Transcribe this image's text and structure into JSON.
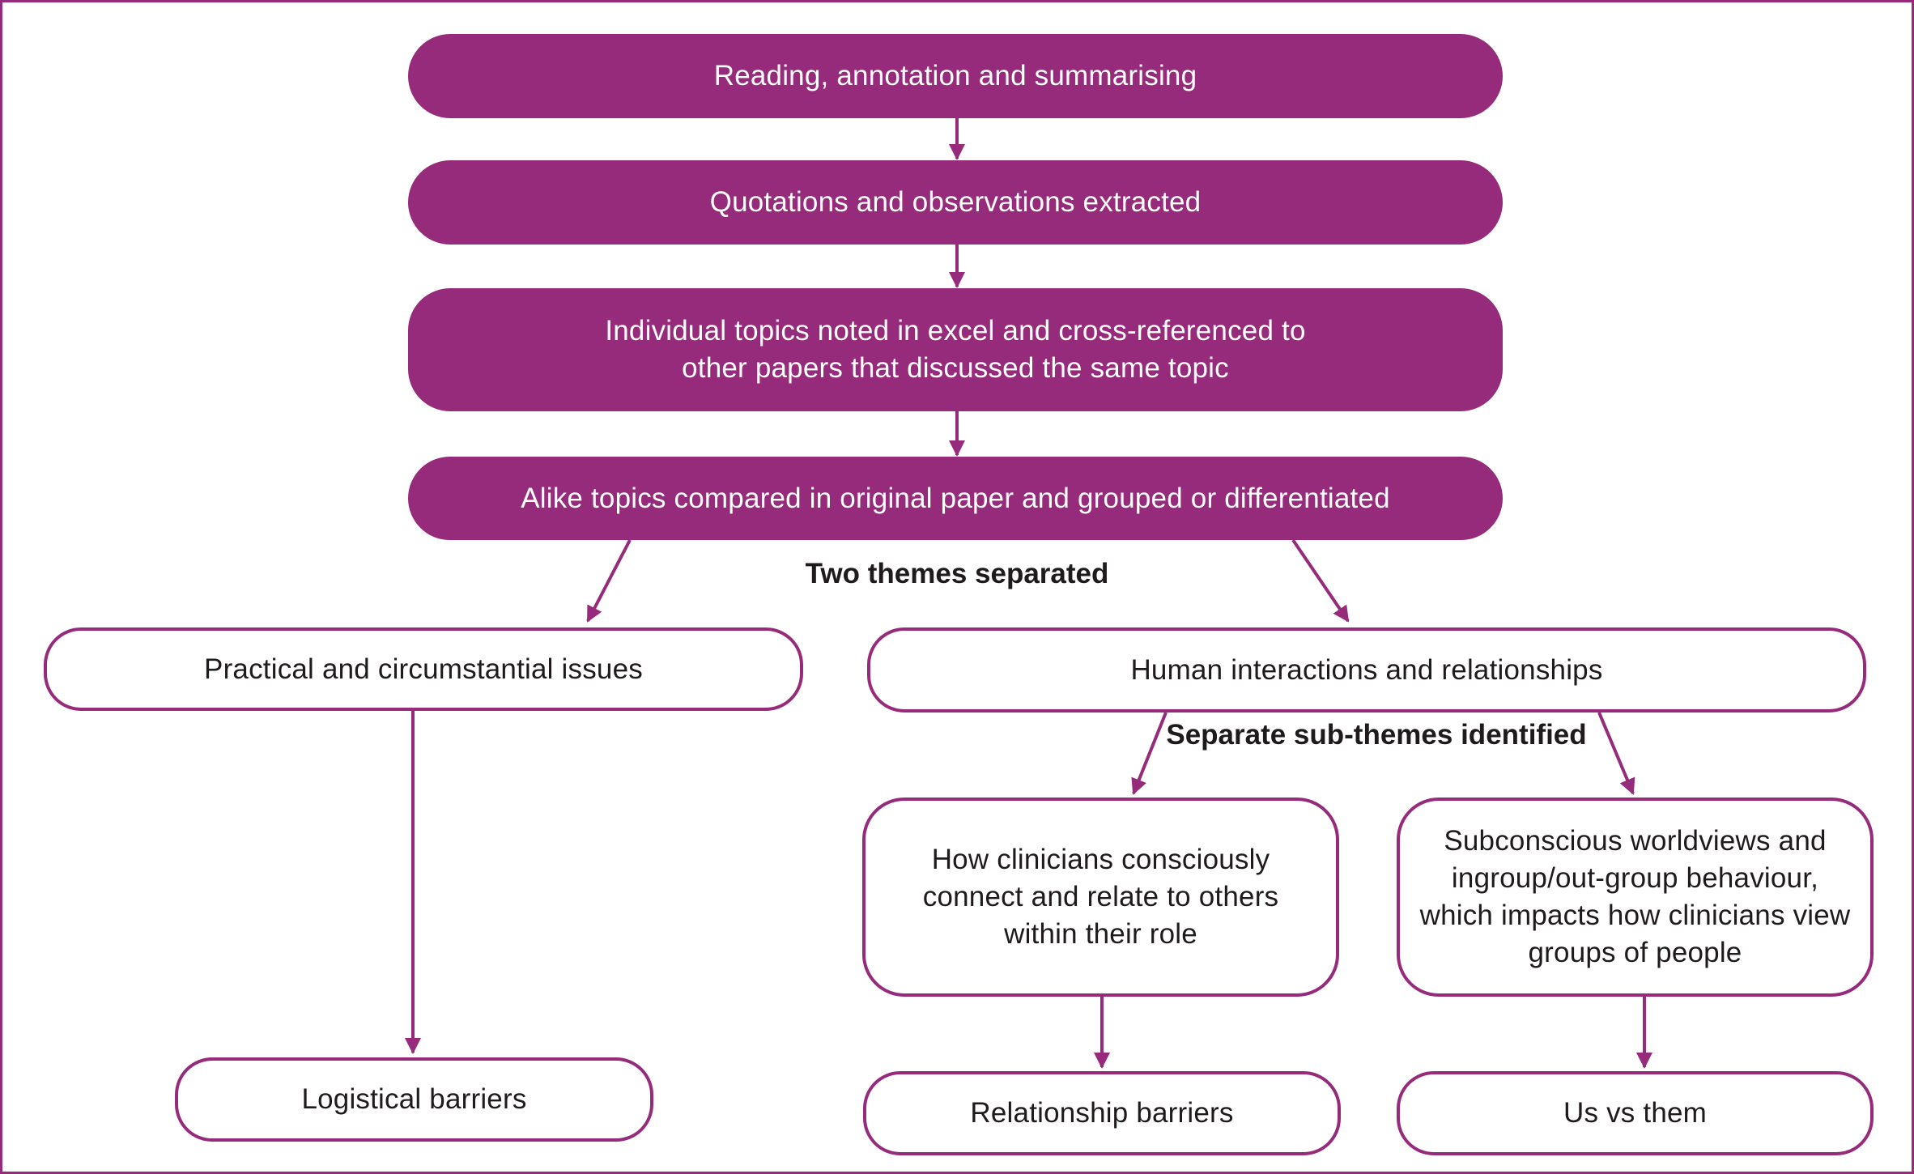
{
  "colors": {
    "accent": "#962a7b",
    "text_dark": "#1f1a1c",
    "background": "#ffffff"
  },
  "steps": {
    "step1": "Reading, annotation and summarising",
    "step2": "Quotations and observations extracted",
    "step3": "Individual topics noted in excel and cross-referenced to other papers that discussed the same topic",
    "step4": "Alike topics compared in original paper and grouped or differentiated"
  },
  "labels": {
    "two_themes": "Two themes separated",
    "sub_themes": "Separate sub-themes identified"
  },
  "themes": {
    "practical": "Practical and circumstantial issues",
    "human": "Human interactions and relationships"
  },
  "sub_themes": {
    "conscious": "How clinicians consciously connect and relate to others within their role",
    "subconscious": "Subconscious worldviews and ingroup/out-group behaviour, which impacts how clinicians view groups of people"
  },
  "outcomes": {
    "logistical": "Logistical barriers",
    "relationship": "Relationship barriers",
    "us_vs_them": "Us vs them"
  }
}
